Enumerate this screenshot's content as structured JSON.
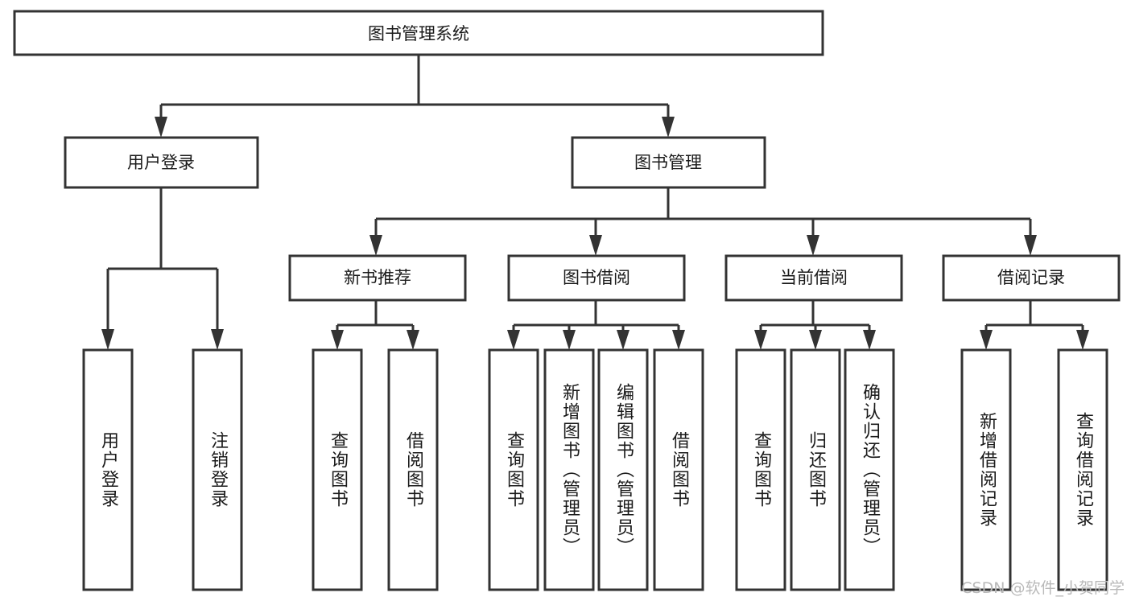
{
  "diagram": {
    "title_node": {
      "label": "图书管理系统"
    },
    "level2": [
      {
        "id": "user-login",
        "label": "用户登录"
      },
      {
        "id": "book-management",
        "label": "图书管理"
      }
    ],
    "level3": [
      {
        "id": "new-book-recommend",
        "label": "新书推荐"
      },
      {
        "id": "book-borrow",
        "label": "图书借阅"
      },
      {
        "id": "current-borrow",
        "label": "当前借阅"
      },
      {
        "id": "borrow-record",
        "label": "借阅记录"
      }
    ],
    "leaves": {
      "user_login": [
        {
          "id": "leaf-user-login",
          "label": "用户登录"
        },
        {
          "id": "leaf-logout-login",
          "label": "注销登录"
        }
      ],
      "new_book_recommend": [
        {
          "id": "leaf-query-book-1",
          "label": "查询图书"
        },
        {
          "id": "leaf-borrow-book-1",
          "label": "借阅图书"
        }
      ],
      "book_borrow": [
        {
          "id": "leaf-query-book-2",
          "label": "查询图书"
        },
        {
          "id": "leaf-add-book",
          "label": "新增图书（管理员）"
        },
        {
          "id": "leaf-edit-book",
          "label": "编辑图书（管理员）"
        },
        {
          "id": "leaf-borrow-book-2",
          "label": "借阅图书"
        }
      ],
      "current_borrow": [
        {
          "id": "leaf-query-book-3",
          "label": "查询图书"
        },
        {
          "id": "leaf-return-book",
          "label": "归还图书"
        },
        {
          "id": "leaf-confirm-return",
          "label": "确认归还（管理员）"
        }
      ],
      "borrow_record": [
        {
          "id": "leaf-add-record",
          "label": "新增借阅记录"
        },
        {
          "id": "leaf-query-record",
          "label": "查询借阅记录"
        }
      ]
    },
    "watermark": "CSDN @软件_小贺同学",
    "colors": {
      "stroke": "#333333",
      "box_fill": "#ffffff",
      "text": "#1a1a1a",
      "watermark": "#b9b9b9"
    }
  }
}
